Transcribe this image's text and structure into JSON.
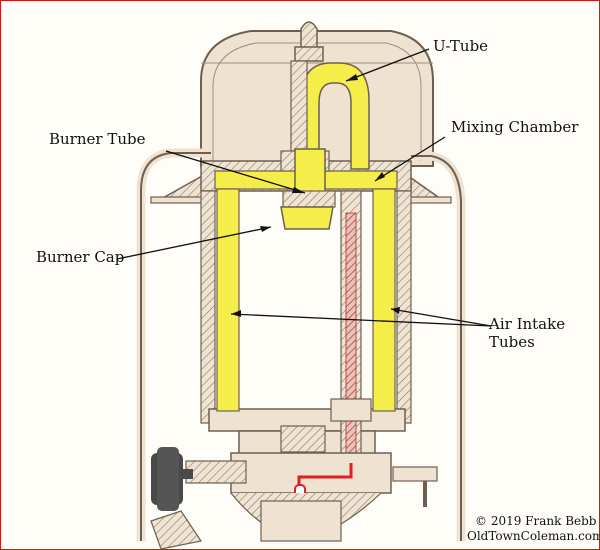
{
  "labels": {
    "u_tube": "U-Tube",
    "burner_tube": "Burner Tube",
    "mixing_chamber": "Mixing Chamber",
    "burner_cap": "Burner Cap",
    "air_intake_line1": "Air Intake",
    "air_intake_line2": "Tubes"
  },
  "credit": {
    "copyright": "© 2019 Frank Bebb",
    "site": "OldTownColeman.com"
  },
  "colors": {
    "frame": "#d11",
    "casting": "#f1e6d6",
    "outline": "#7a6a5a",
    "yellow": "#f5ee4a",
    "fuel": "#e02020",
    "knob": "#4a4a4a"
  }
}
